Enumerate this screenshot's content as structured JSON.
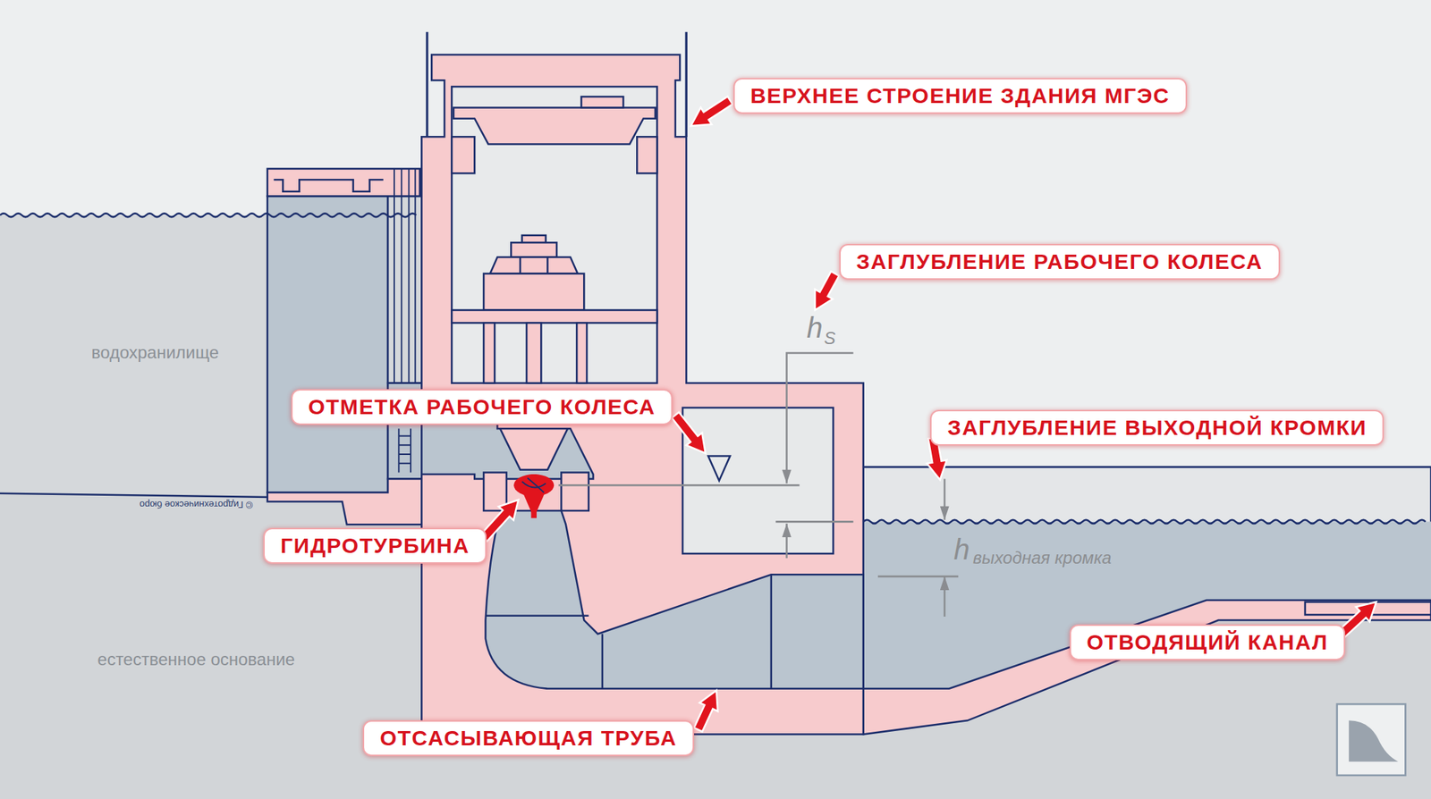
{
  "diagram": {
    "nodes": [
      {
        "text": [
          "ВЕРХНЕЕ СТРОЕНИЕ ЗДАНИЯ МГЭС"
        ]
      },
      {
        "text": [
          "ЗАГЛУБЛЕНИЕ РАБОЧЕГО КОЛЕСА"
        ]
      },
      {
        "text": [
          "ОТМЕТКА РАБОЧЕГО КОЛЕСА"
        ]
      },
      {
        "text": [
          "ЗАГЛУБЛЕНИЕ ВЫХОДНОЙ КРОМКИ"
        ]
      },
      {
        "text": [
          "ГИДРОТУРБИНА"
        ]
      },
      {
        "text": [
          "ОТВОДЯЩИЙ КАНАЛ"
        ]
      },
      {
        "text": [
          "ОТСАСЫВАЮЩАЯ ТРУБА"
        ]
      }
    ],
    "labels": [
      "водохранилище",
      "h",
      "S",
      "h",
      "выходная кромка",
      "© Гидротехническое бюро",
      "естественное основание"
    ]
  }
}
